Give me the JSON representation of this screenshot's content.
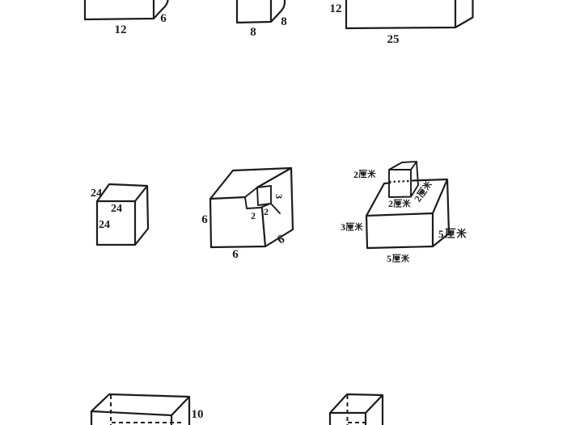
{
  "page": {
    "background": "#ffffff",
    "ink_color": "#1c1c1c",
    "description": "Scanned math worksheet fragment with cuboid and cube diagrams labeled with edge lengths"
  },
  "figures": {
    "box_top_left": {
      "bottom_edge": "12",
      "depth_edge": "6"
    },
    "box_top_middle": {
      "bottom_edge": "8",
      "depth_edge": "8"
    },
    "box_top_right": {
      "left_edge": "12",
      "bottom_edge": "25"
    },
    "cube_left": {
      "depth_edge": "24",
      "top_edge": "24",
      "front_edge": "24"
    },
    "cube_notched": {
      "left_edge": "6",
      "bottom_edge": "6",
      "depth_edge": "6",
      "notch_front_edge": "2",
      "notch_side_edge": "2",
      "notch_back_edge": "3"
    },
    "composite_blocks": {
      "unit": "厘米",
      "small_cube": {
        "height": {
          "digit": "2",
          "text": "2厘米"
        },
        "width": {
          "digit": "2",
          "text": "2厘米"
        },
        "depth": {
          "digit": "2",
          "text": "2厘米"
        }
      },
      "big_block": {
        "height": {
          "digit": "3",
          "text": "3厘米"
        },
        "width": {
          "digit": "5",
          "text": "5厘米"
        },
        "depth": {
          "digit": "5",
          "text": "5厘米"
        }
      }
    },
    "box_bottom_left": {
      "right_edge": "10"
    },
    "box_bottom_right": {}
  }
}
